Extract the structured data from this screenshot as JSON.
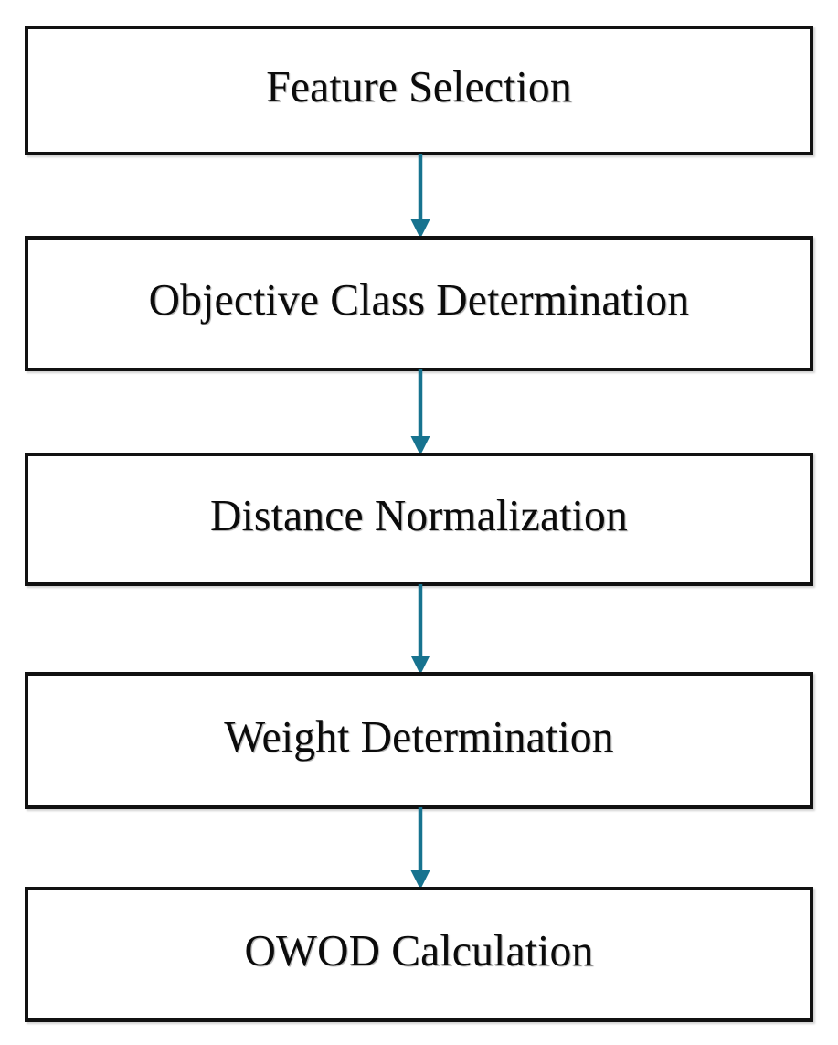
{
  "diagram": {
    "type": "flowchart",
    "orientation": "vertical",
    "title": "",
    "background_color": "#ffffff",
    "node_fill_color": "#ffffff",
    "node_border_color": "#111111",
    "node_text_color": "#0b0b0b",
    "arrow_color": "#17738f",
    "nodes": [
      {
        "id": "feature-selection",
        "label": "Feature Selection",
        "shape": "rectangle"
      },
      {
        "id": "objective-class-determination",
        "label": "Objective Class Determination",
        "shape": "rectangle"
      },
      {
        "id": "distance-normalization",
        "label": "Distance Normalization",
        "shape": "rectangle"
      },
      {
        "id": "weight-determination",
        "label": "Weight Determination",
        "shape": "rectangle"
      },
      {
        "id": "owod-calculation",
        "label": "OWOD Calculation",
        "shape": "rectangle"
      }
    ],
    "edges": [
      {
        "id": "edge-0",
        "from": "feature-selection",
        "to": "objective-class-determination",
        "label": "",
        "arrowhead": "triangle"
      },
      {
        "id": "edge-1",
        "from": "objective-class-determination",
        "to": "distance-normalization",
        "label": "",
        "arrowhead": "triangle"
      },
      {
        "id": "edge-2",
        "from": "distance-normalization",
        "to": "weight-determination",
        "label": "",
        "arrowhead": "triangle"
      },
      {
        "id": "edge-3",
        "from": "weight-determination",
        "to": "owod-calculation",
        "label": "",
        "arrowhead": "triangle"
      }
    ]
  }
}
